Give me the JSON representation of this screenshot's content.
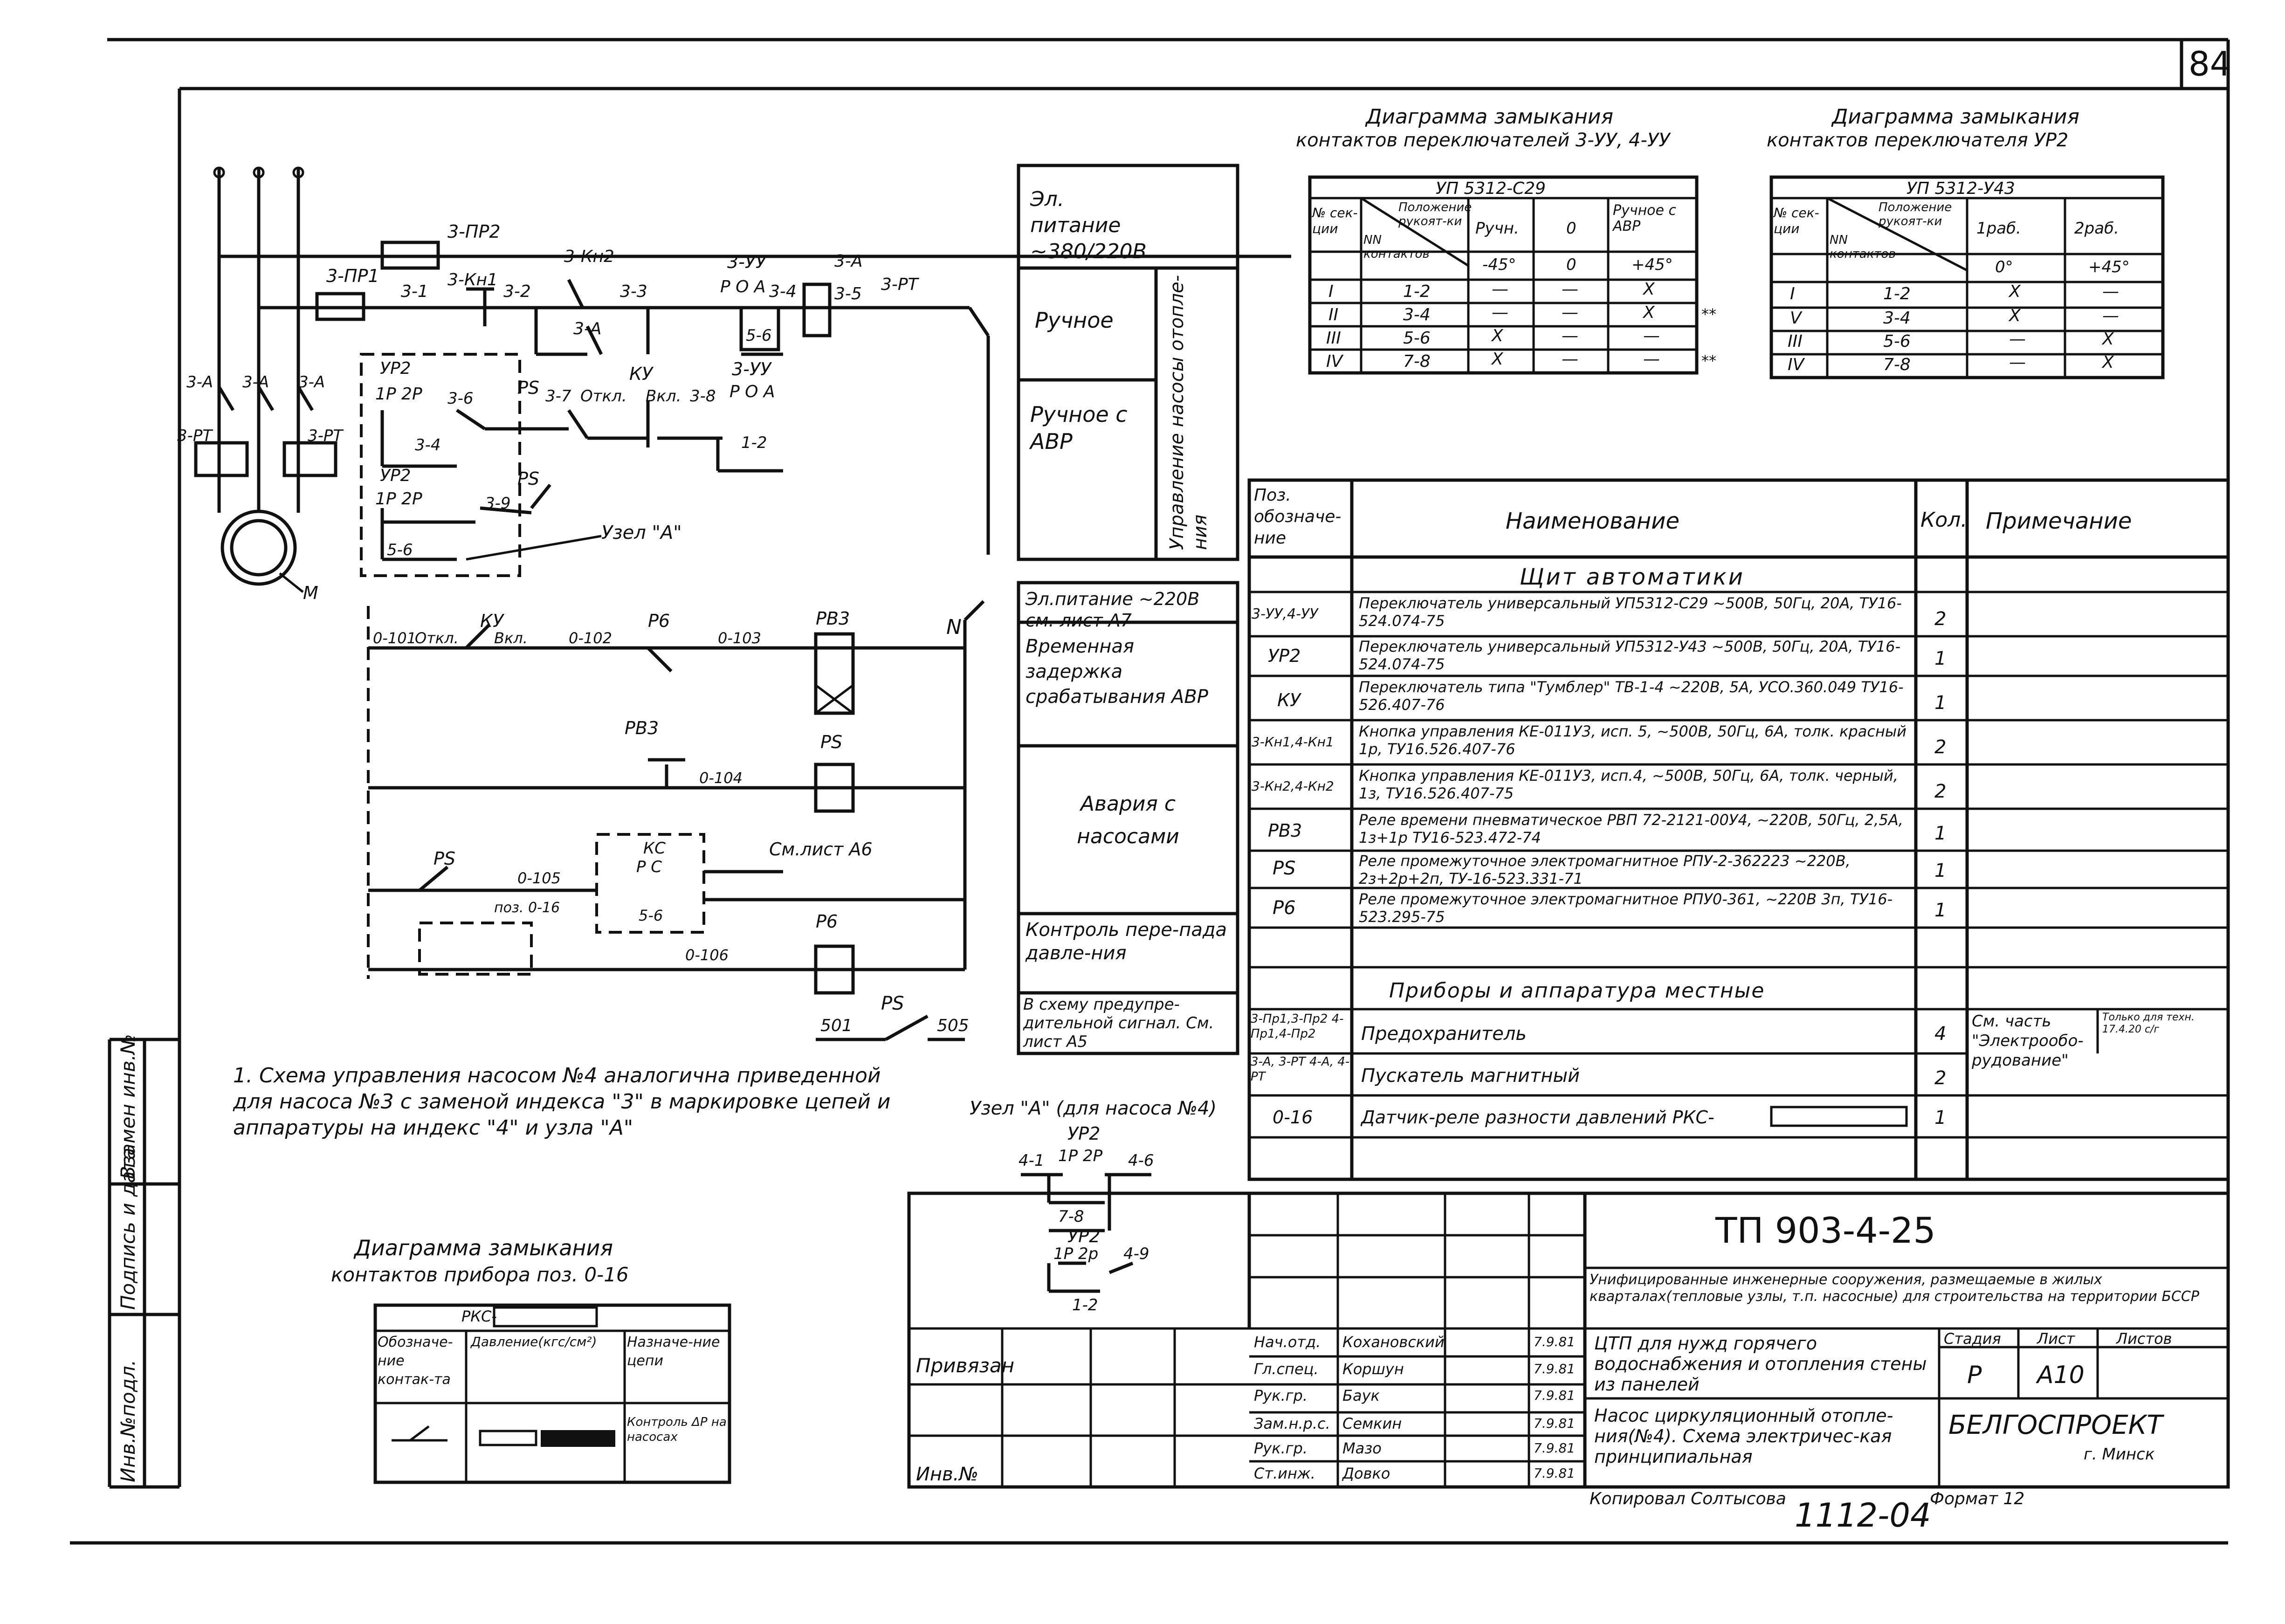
{
  "page": {
    "sheet_no": "84"
  },
  "left_strip": {
    "labels": [
      "Инв.№подл.",
      "Подпись и дата",
      "Взамен инв.№"
    ]
  },
  "schematic": {
    "labels": {
      "pr2": "3-ПР2",
      "pr1": "3-ПР1",
      "t31": "3-1",
      "kn1": "3-Кн1",
      "t32": "3-2",
      "kn2": "3-Кн2",
      "t33": "3-3",
      "uy_top": "3-УУ",
      "p0a_top": "Р  О  А",
      "t34": "3-4",
      "relay_a": "3-А",
      "t35": "3-5",
      "pt_top": "3-РТ",
      "a_contact": "3-А",
      "s56": "5-6",
      "uy_mid": "3-УУ",
      "p0a_mid": "Р  О  А",
      "c12": "1-2",
      "up2_a": "УР2",
      "p1p2p": "1Р 2Р",
      "t36": "3-6",
      "ps_a": "PS",
      "t37": "3-7",
      "otkl": "Откл.",
      "vkl": "Вкл.",
      "t38": "3-8",
      "ky": "КУ",
      "c34": "3-4",
      "up2_b": "УР2",
      "p1p2p_b": "1Р  2Р",
      "t39": "3-9",
      "ps_b": "PS",
      "c56": "5-6",
      "uzel": "Узел \"А\"",
      "a1": "3-А",
      "a2": "3-А",
      "a3": "3-А",
      "pt_left": "3-РТ",
      "pt_right": "3-РТ",
      "m": "М",
      "ky2": "КУ",
      "n0101": "0-101",
      "otkl2": "Откл.",
      "vkl2": "Вкл.",
      "n0102": "0-102",
      "p6": "Р6",
      "n0103": "0-103",
      "pv3": "РВ3",
      "n": "N",
      "pv3b": "РВ3",
      "n0104": "0-104",
      "psc": "PS",
      "ps2": "PS",
      "n0105": "0-105",
      "kc": "КС",
      "pc": "Р  С",
      "see_a6": "См.лист А6",
      "pos016": "поз. 0-16",
      "c56b": "5-6",
      "n0106": "0-106",
      "p6c": "Р6",
      "s501": "501",
      "ps3": "PS",
      "s505": "505"
    },
    "panel": [
      "Эл. питание ~380/220В",
      "Ручное",
      "Ручное с АВР",
      "Управление насосы отопле-ния",
      "Эл.питание ~220В см. лист А7",
      "Временная задержка срабатывания АВР",
      "Авария с насосами",
      "Контроль пере-пада давле-ния",
      "В схему предупре-дительной сигнал. См. лист А5"
    ]
  },
  "uzel_a": {
    "title": "Узел \"А\" (для насоса №4)",
    "labels": [
      "УР2",
      "4-1",
      "1Р 2Р",
      "4-6",
      "7-8",
      "УР2",
      "1Р 2р",
      "4-9",
      "1-2"
    ]
  },
  "note": {
    "text": "1. Схема управления насосом №4 аналогична приведенной для насоса №3 с заменой индекса \"3\" в маркировке цепей и аппаратуры на индекс \"4\" и узла \"А\""
  },
  "diag1": {
    "title1": "Диаграмма замыкания",
    "title2": "контактов переключателей 3-УУ, 4-УУ",
    "type": "УП 5312-С29",
    "h_no": "№ сек-ции",
    "h_pos": "Положение рукоят-ки",
    "h_nn": "NN контактов",
    "h_cols": [
      "Ручн.",
      "0",
      "Ручное с АВР"
    ],
    "h_angles": [
      "-45°",
      "0",
      "+45°"
    ],
    "rows": [
      {
        "sec": "I",
        "nn": "1-2",
        "v": [
          "—",
          "—",
          "X"
        ],
        "note": ""
      },
      {
        "sec": "II",
        "nn": "3-4",
        "v": [
          "—",
          "—",
          "X"
        ],
        "note": "**"
      },
      {
        "sec": "III",
        "nn": "5-6",
        "v": [
          "X",
          "—",
          "—"
        ],
        "note": ""
      },
      {
        "sec": "IV",
        "nn": "7-8",
        "v": [
          "X",
          "—",
          "—"
        ],
        "note": "**"
      }
    ]
  },
  "diag2": {
    "title1": "Диаграмма замыкания",
    "title2": "контактов переключателя УР2",
    "type": "УП 5312-У43",
    "h_no": "№ сек-ции",
    "h_pos": "Положение рукоят-ки",
    "h_nn": "NN контактов",
    "h_cols": [
      "1раб.",
      "2раб."
    ],
    "h_angles": [
      "0°",
      "+45°"
    ],
    "rows": [
      {
        "sec": "I",
        "nn": "1-2",
        "v": [
          "X",
          "—"
        ]
      },
      {
        "sec": "V",
        "nn": "3-4",
        "v": [
          "X",
          "—"
        ]
      },
      {
        "sec": "III",
        "nn": "5-6",
        "v": [
          "—",
          "X"
        ]
      },
      {
        "sec": "IV",
        "nn": "7-8",
        "v": [
          "—",
          "X"
        ]
      }
    ]
  },
  "spec": {
    "headers": [
      "Поз. обозначе-ние",
      "Наименование",
      "Кол.",
      "Примечание"
    ],
    "group1": "Щит автоматики",
    "rows1": [
      {
        "pos": "3-УУ,4-УУ",
        "name": "Переключатель универсальный УП5312-С29 ~500В, 50Гц, 20А, ТУ16-524.074-75",
        "qty": "2",
        "note": ""
      },
      {
        "pos": "УР2",
        "name": "Переключатель универсальный УП5312-У43 ~500В, 50Гц, 20А, ТУ16-524.074-75",
        "qty": "1",
        "note": ""
      },
      {
        "pos": "КУ",
        "name": "Переключатель типа \"Тумблер\" ТВ-1-4 ~220В, 5А, УСО.360.049 ТУ16-526.407-76",
        "qty": "1",
        "note": ""
      },
      {
        "pos": "3-Кн1,4-Кн1",
        "name": "Кнопка управления КЕ-011У3, исп. 5, ~500В, 50Гц, 6А, толк. красный 1р, ТУ16.526.407-76",
        "qty": "2",
        "note": ""
      },
      {
        "pos": "3-Кн2,4-Кн2",
        "name": "Кнопка управления КЕ-011У3, исп.4, ~500В, 50Гц, 6А, толк. черный, 1з, ТУ16.526.407-75",
        "qty": "2",
        "note": ""
      },
      {
        "pos": "РВ3",
        "name": "Реле времени пневматическое РВП 72-2121-00У4, ~220В, 50Гц, 2,5А, 1з+1р ТУ16-523.472-74",
        "qty": "1",
        "note": ""
      },
      {
        "pos": "PS",
        "name": "Реле промежуточное электромагнитное РПУ-2-362223 ~220В, 2з+2р+2п, ТУ-16-523.331-71",
        "qty": "1",
        "note": ""
      },
      {
        "pos": "Р6",
        "name": "Реле промежуточное электромагнитное РПУ0-361, ~220В 3п, ТУ16-523.295-75",
        "qty": "1",
        "note": ""
      }
    ],
    "group2": "Приборы и аппаратура местные",
    "rows2": [
      {
        "pos": "3-Пр1,3-Пр2 4-Пр1,4-Пр2",
        "name": "Предохранитель",
        "qty": "4",
        "note": "См. часть \"Электрообо-рудование\""
      },
      {
        "pos": "3-А, 3-РТ 4-А, 4-РТ",
        "name": "Пускатель магнитный",
        "qty": "2",
        "note": ""
      },
      {
        "pos": "0-16",
        "name": "Датчик-реле разности давлений РКС-",
        "qty": "1",
        "note": ""
      }
    ],
    "note_small": "Только для техн. 17.4.20 с/г"
  },
  "diag3": {
    "title1": "Диаграмма замыкания",
    "title2": "контактов прибора поз. 0-16",
    "device": "РКС-",
    "h1": "Обозначе-ние контак-та",
    "h2": "Давление(кгс/см²)",
    "h3": "Назначе-ние цепи",
    "purpose": "Контроль ΔР на насосах"
  },
  "title_block": {
    "code": "ТП 903-4-25",
    "description": "Унифицированные инженерные сооружения, размещаемые в жилых кварталах(тепловые узлы, т.п. насосные) для строительства на территории БССР",
    "project": "ЦТП для нужд горячего водоснабжения и отопления стены из панелей",
    "sheet_title": "Насос циркуляционный отопле-ния(№4). Схема электричес-кая принципиальная",
    "stage_h": "Стадия",
    "sheet_h": "Лист",
    "sheets_h": "Листов",
    "stage": "Р",
    "sheet": "А10",
    "org": "БЕЛГОСПРОЕКТ",
    "city": "г. Минск",
    "privyazan": "Привязан",
    "inv": "Инв.№",
    "people": [
      {
        "role": "Нач.отд.",
        "name": "Кохановский",
        "date": "7.9.81"
      },
      {
        "role": "Гл.спец.",
        "name": "Коршун",
        "date": "7.9.81"
      },
      {
        "role": "Рук.гр.",
        "name": "Баук",
        "date": "7.9.81"
      },
      {
        "role": "Зам.н.р.с.",
        "name": "Семкин",
        "date": "7.9.81"
      },
      {
        "role": "Рук.гр.",
        "name": "Мазо",
        "date": "7.9.81"
      },
      {
        "role": "Ст.инж.",
        "name": "Довко",
        "date": "7.9.81"
      }
    ],
    "copied": "Копировал Солтысова",
    "number": "1112-04",
    "format": "Формат 12"
  }
}
